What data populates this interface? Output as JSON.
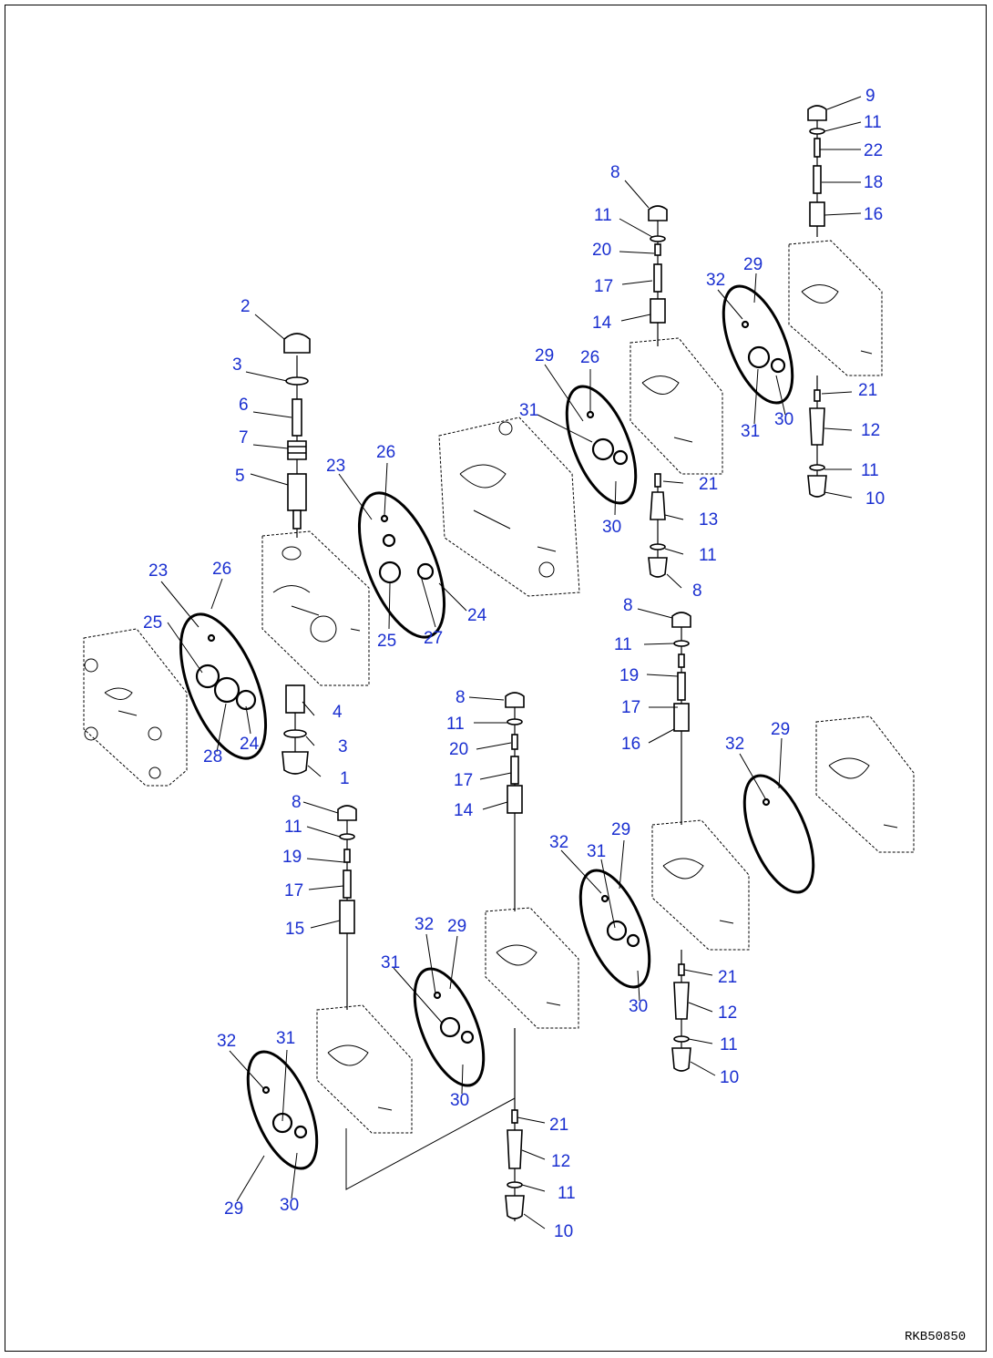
{
  "drawing_code": "RKB50850",
  "label_color": "#1a2fd0",
  "callouts": [
    "1",
    "2",
    "3",
    "4",
    "5",
    "6",
    "7",
    "8",
    "9",
    "10",
    "11",
    "12",
    "13",
    "14",
    "15",
    "16",
    "17",
    "18",
    "19",
    "20",
    "21",
    "22",
    "23",
    "24",
    "25",
    "26",
    "27",
    "28",
    "29",
    "30",
    "31",
    "32"
  ]
}
